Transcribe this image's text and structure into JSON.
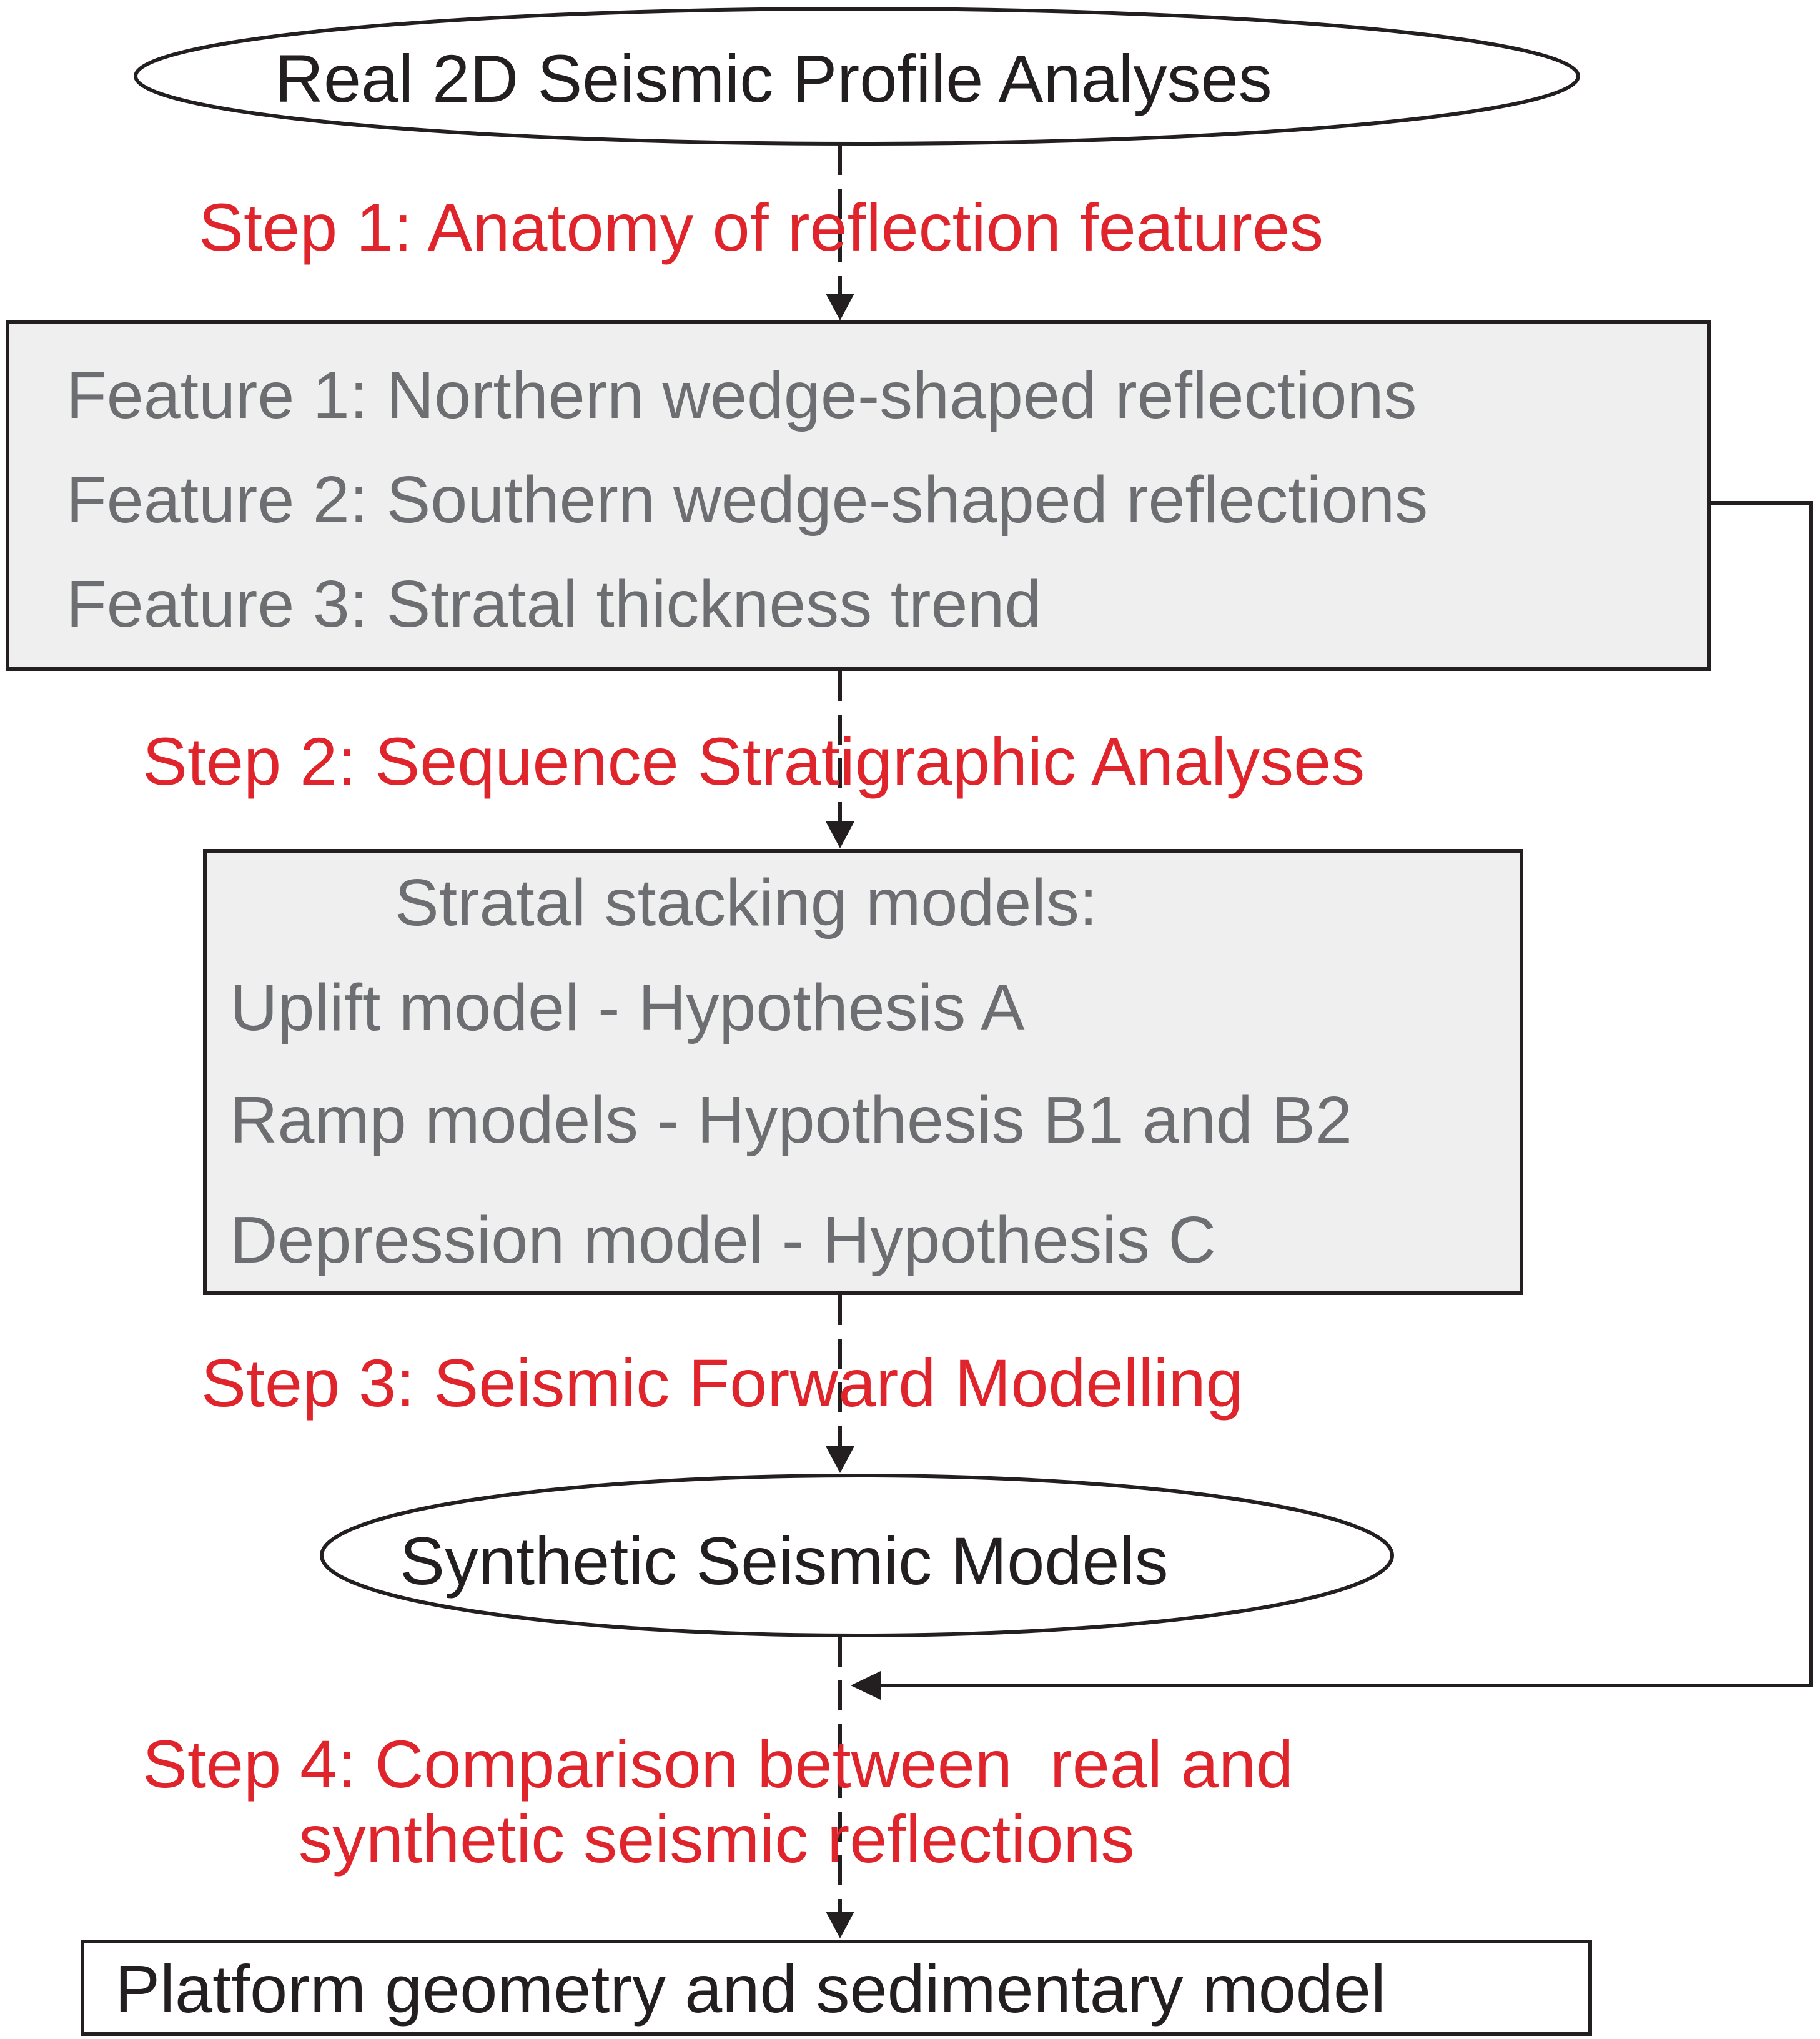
{
  "start_node": {
    "label": "Real 2D Seismic Profile Analyses"
  },
  "step1": {
    "label": "Step 1: Anatomy of reflection features"
  },
  "features_box": {
    "items": [
      "Feature 1: Northern wedge-shaped reflections",
      "Feature 2: Southern wedge-shaped reflections",
      "Feature 3: Stratal thickness trend"
    ]
  },
  "step2": {
    "label": "Step 2: Sequence Stratigraphic Analyses"
  },
  "models_box": {
    "heading": "Stratal stacking models:",
    "items": [
      "Uplift model - Hypothesis A",
      "Ramp models - Hypothesis B1 and B2",
      "Depression model - Hypothesis C"
    ]
  },
  "step3": {
    "label": "Step 3: Seismic Forward Modelling"
  },
  "synthetic_node": {
    "label": "Synthetic Seismic Models"
  },
  "step4": {
    "line1": "Step 4: Comparison between  real and",
    "line2": "synthetic seismic reflections"
  },
  "end_node": {
    "label": "Platform geometry and sedimentary model"
  },
  "colors": {
    "step_text": "#e0242c",
    "box_text": "#6d6e71",
    "node_text": "#231f20",
    "box_fill": "#efefef",
    "stroke": "#231f20"
  }
}
